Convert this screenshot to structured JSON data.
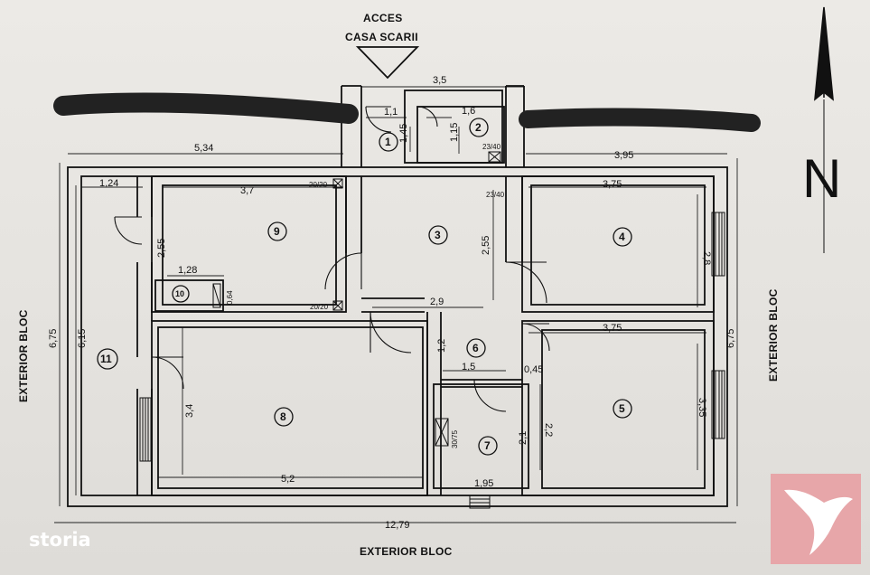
{
  "plan": {
    "entry_label_1": "ACCES",
    "entry_label_2": "CASA SCARII",
    "north_letter": "N",
    "exterior_left": "EXTERIOR BLOC",
    "exterior_right": "EXTERIOR BLOC",
    "exterior_bottom": "EXTERIOR BLOC",
    "rooms": [
      "1",
      "2",
      "3",
      "4",
      "5",
      "6",
      "7",
      "8",
      "9",
      "10",
      "11"
    ],
    "dims": {
      "top_3_5": "3,5",
      "d_1_1": "1,1",
      "d_1_6": "1,6",
      "d_1_45": "1,45",
      "d_1_15": "1,15",
      "d_23_40_a": "23/40",
      "d_23_40_b": "23/40",
      "d_5_34": "5,34",
      "d_3_95": "3,95",
      "d_1_24": "1,24",
      "d_3_7": "3,7",
      "d_20_20_a": "20/20",
      "d_20_20_b": "20/20",
      "d_3_75_a": "3,75",
      "d_3_75_b": "3,75",
      "d_2_55_a": "2,55",
      "d_2_55_b": "2,55",
      "d_2_8": "2,8",
      "d_1_28": "1,28",
      "d_0_64": "0,64",
      "d_2_9": "2,9",
      "d_6_75_l": "6,75",
      "d_6_75_r": "6,75",
      "d_6_15": "6,15",
      "d_1_2": "1,2",
      "d_1_5": "1,5",
      "d_0_45": "0,45",
      "d_3_4": "3,4",
      "d_3_35": "3,35",
      "d_2_1": "2,1",
      "d_2_2": "2,2",
      "d_30_75": "30/75",
      "d_5_2": "5,2",
      "d_1_95": "1,95",
      "d_12_79": "12,79"
    }
  },
  "watermark": {
    "text": "storia"
  },
  "badge": {
    "color": "#e7a6a9",
    "icon": "bird-logo-icon"
  }
}
